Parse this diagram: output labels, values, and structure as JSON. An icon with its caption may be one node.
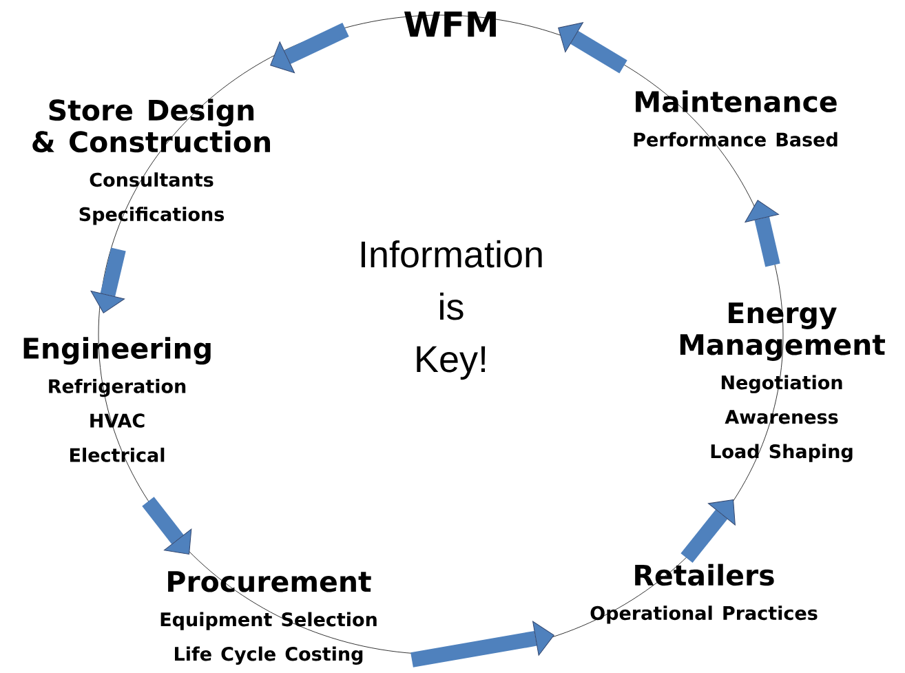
{
  "diagram": {
    "nodes": [
      {
        "text": [
          "WFM"
        ]
      },
      {
        "text": [
          "Store Design & Construction",
          "Consultants",
          "Specifications"
        ]
      },
      {
        "text": [
          "Engineering",
          "Refrigeration",
          "HVAC",
          "Electrical"
        ]
      },
      {
        "text": [
          "Procurement",
          "Equipment Selection",
          "Life Cycle Costing"
        ]
      },
      {
        "text": [
          "Retailers",
          "Operational Practices"
        ]
      },
      {
        "text": [
          "Energy Management",
          "Negotiation",
          "Awareness",
          "Load Shaping"
        ]
      },
      {
        "text": [
          "Maintenance",
          "Performance Based"
        ]
      }
    ],
    "edges": [
      {
        "from": 0,
        "to": 1,
        "arrow": "to"
      },
      {
        "from": 1,
        "to": 2,
        "arrow": "to"
      },
      {
        "from": 2,
        "to": 3,
        "arrow": "to"
      },
      {
        "from": 3,
        "to": 4,
        "arrow": "to"
      },
      {
        "from": 4,
        "to": 5,
        "arrow": "to"
      },
      {
        "from": 5,
        "to": 6,
        "arrow": "to"
      },
      {
        "from": 6,
        "to": 0,
        "arrow": "to"
      }
    ],
    "labels": [
      "Information is Key!"
    ]
  }
}
